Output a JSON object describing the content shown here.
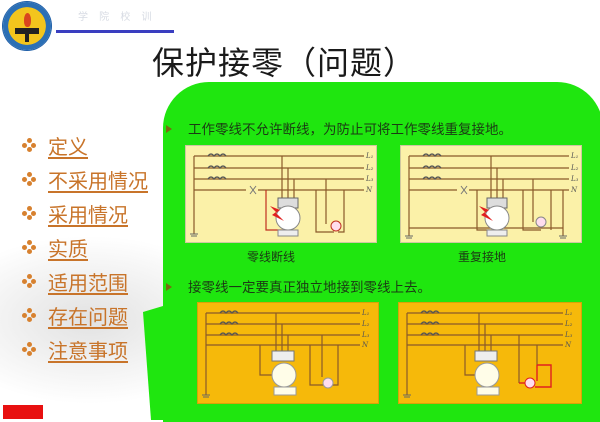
{
  "header": {
    "school_name": "学 院 校 训",
    "title": "保护接零（问题）"
  },
  "nav": {
    "items": [
      {
        "label": "定义"
      },
      {
        "label": "不采用情况"
      },
      {
        "label": "采用情况"
      },
      {
        "label": "实质"
      },
      {
        "label": "适用范围"
      },
      {
        "label": "存在问题"
      },
      {
        "label": "注意事项"
      }
    ]
  },
  "content": {
    "point1": "工作零线不允许断线，为防止可将工作零线重复接地。",
    "point2": "接零线一定要真正独立地接到零线上去。",
    "diagrams": [
      {
        "caption": "零线断线",
        "labels": [
          "L1",
          "L2",
          "L3",
          "N"
        ]
      },
      {
        "caption": "重复接地",
        "labels": [
          "L1",
          "L2",
          "L3",
          "N"
        ]
      },
      {
        "caption": "",
        "labels": [
          "L1",
          "L2",
          "L3",
          "N"
        ]
      },
      {
        "caption": "",
        "labels": [
          "L1",
          "L2",
          "L3",
          "N"
        ]
      }
    ]
  },
  "colors": {
    "panel_green": "#1fe60f",
    "nav_orange": "#c8742a",
    "diagram_pale": "#fbf1a8",
    "diagram_gold": "#f6b90a",
    "wire_brown": "#8a5a2a",
    "fault_red": "#e02020"
  }
}
